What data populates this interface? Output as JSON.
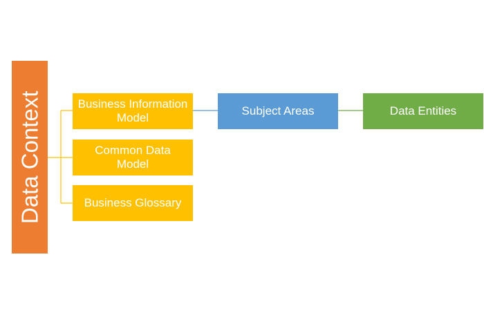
{
  "colors": {
    "root": "#ED7D31",
    "business_layer": "#FFC000",
    "subject_areas": "#5B9BD5",
    "data_entities": "#70AD47"
  },
  "root": {
    "label": "Data Context"
  },
  "level1": [
    {
      "label": "Business Information Model"
    },
    {
      "label": "Common Data Model"
    },
    {
      "label": "Business Glossary"
    }
  ],
  "subject_areas": {
    "label": "Subject Areas"
  },
  "data_entities": {
    "label": "Data Entities"
  }
}
